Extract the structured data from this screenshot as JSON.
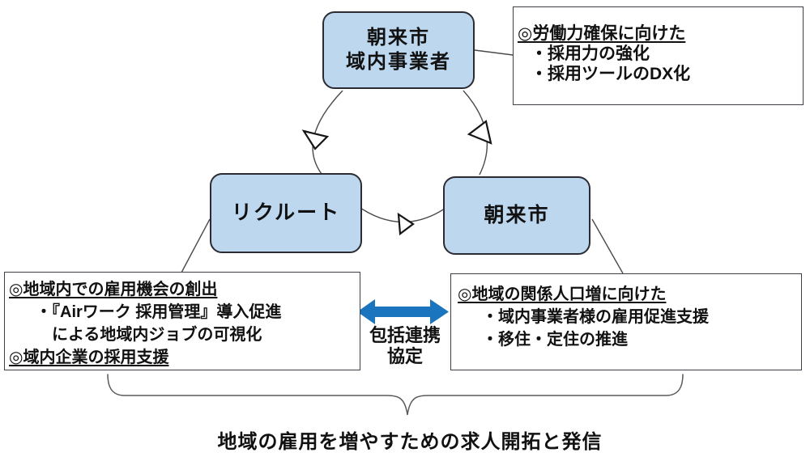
{
  "nodes": {
    "top": {
      "line1": "朝来市",
      "line2": "域内事業者"
    },
    "left": {
      "label": "リクルート"
    },
    "right": {
      "label": "朝来市"
    }
  },
  "notes": {
    "top_right": {
      "heading": "◎労働力確保に向けた",
      "items": [
        "・採用力の強化",
        "・採用ツールのDX化"
      ]
    },
    "bottom_left": {
      "heading1": "◎地域内での雇用機会の創出",
      "item1": "・『Airワーク 採用管理』導入促進",
      "item1_cont": "による地域内ジョブの可視化",
      "heading2": "◎域内企業の採用支援"
    },
    "bottom_right": {
      "heading": "◎地域の関係人口増に向けた",
      "items": [
        "・域内事業者様の雇用促進支援",
        "・移住・定住の推進"
      ]
    }
  },
  "partnership": {
    "line1": "包括連携",
    "line2": "協定"
  },
  "summary": "地域の雇用を増やすための求人開拓と発信",
  "colors": {
    "node_fill": "#BDD7EE",
    "node_border": "#2B2B33",
    "note_border": "#3E3E46",
    "arrow_blue": "#1B74BE",
    "line_gray": "#4A4A4A",
    "brace_gray": "#5A5A5A"
  }
}
